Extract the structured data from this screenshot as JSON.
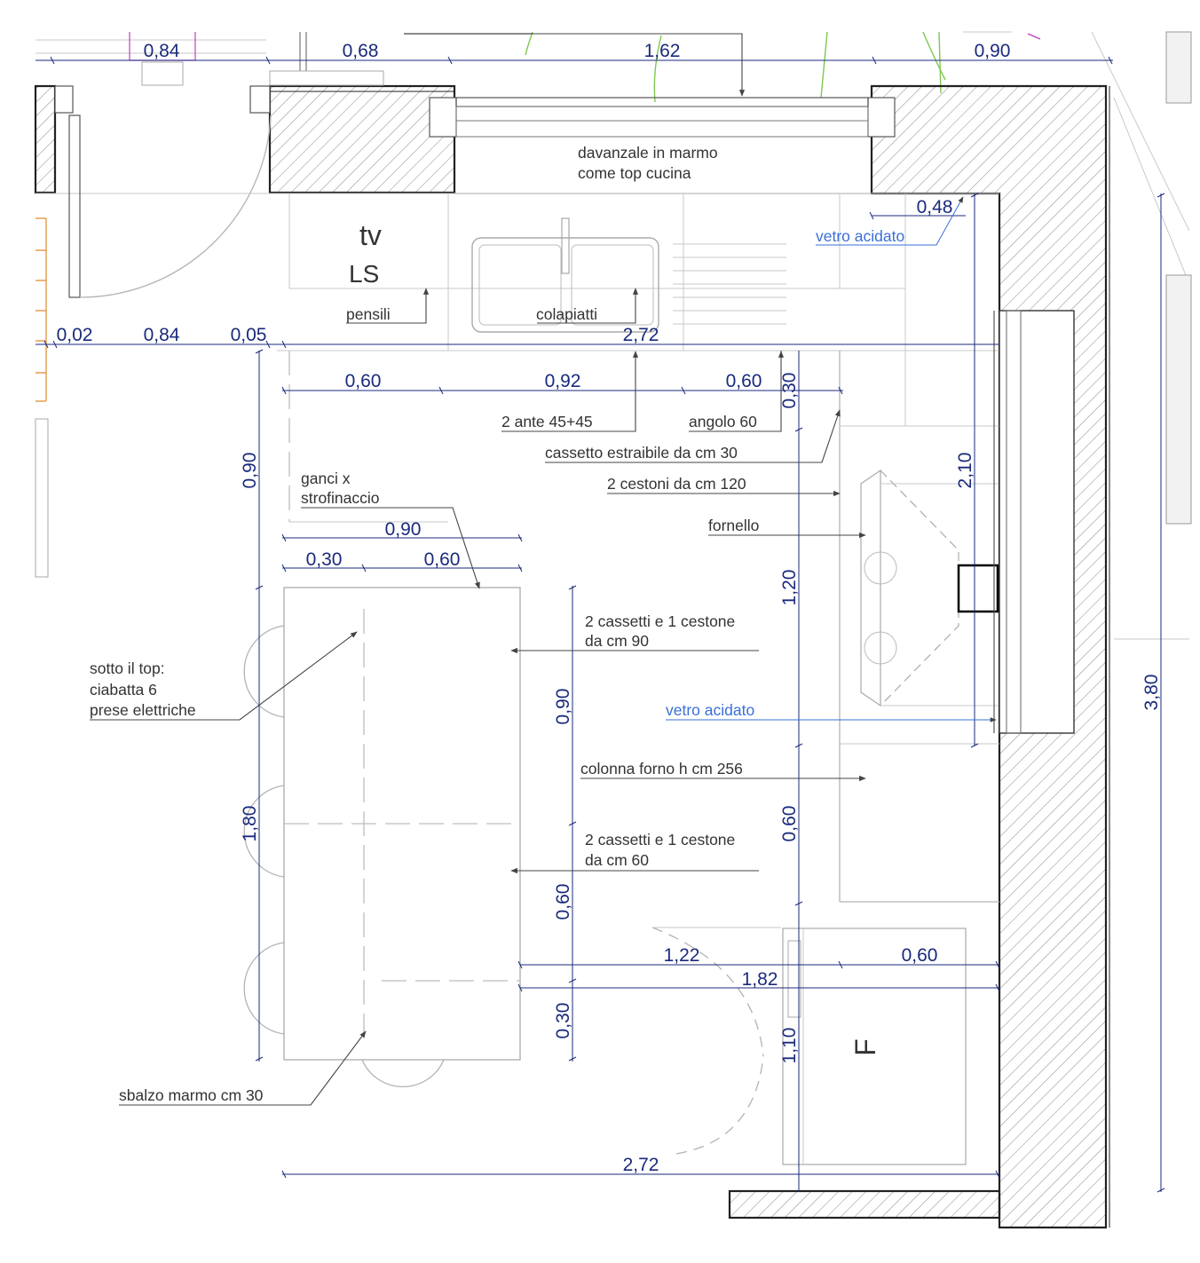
{
  "dimensions": {
    "top_084": "0,84",
    "top_068": "0,68",
    "top_162": "1,62",
    "top_090": "0,90",
    "d_048": "0,48",
    "row_002": "0,02",
    "row_084": "0,84",
    "row_005": "0,05",
    "row_272": "2,72",
    "mod_060a": "0,60",
    "mod_092": "0,92",
    "mod_060b": "0,60",
    "v_030_top": "0,30",
    "v_210": "2,10",
    "v_090_left": "0,90",
    "isl_090": "0,90",
    "isl_030": "0,30",
    "isl_060": "0,60",
    "v_120": "1,20",
    "v_180": "1,80",
    "v_090_mid": "0,90",
    "v_060_right": "0,60",
    "v_060_mid": "0,60",
    "v_380": "3,80",
    "h_122": "1,22",
    "h_060": "0,60",
    "h_182": "1,82",
    "v_030_bot": "0,30",
    "v_110": "1,10",
    "bot_272": "2,72"
  },
  "labels": {
    "davanzale_1": "davanzale in marmo",
    "davanzale_2": "come top cucina",
    "tv": "tv",
    "ls": "LS",
    "pensili": "pensili",
    "colapiatti": "colapiatti",
    "vetro_1": "vetro acidato",
    "ante": "2 ante 45+45",
    "angolo": "angolo 60",
    "cassetto": "cassetto estraibile da cm 30",
    "cestoni": "2 cestoni da cm 120",
    "fornello": "fornello",
    "ganci_1": "ganci x",
    "ganci_2": "strofinaccio",
    "cass90_1": "2 cassetti e 1 cestone",
    "cass90_2": "da cm 90",
    "sotto_1": "sotto il top:",
    "sotto_2": "ciabatta 6",
    "sotto_3": "prese elettriche",
    "vetro_2": "vetro acidato",
    "colonna": "colonna forno h cm 256",
    "cass60_1": "2 cassetti e 1 cestone",
    "cass60_2": "da cm 60",
    "frigo": "F",
    "sbalzo": "sbalzo marmo cm 30"
  },
  "colors": {
    "dimension": "#1a2a7c",
    "annotation": "#333333",
    "glass_note": "#3a6fd8",
    "wall_outline": "#222222",
    "furniture_line": "#b3b3b3",
    "plant": "#7ec850",
    "highlight_magenta": "#c23fc2",
    "highlight_orange": "#e08a2a"
  }
}
